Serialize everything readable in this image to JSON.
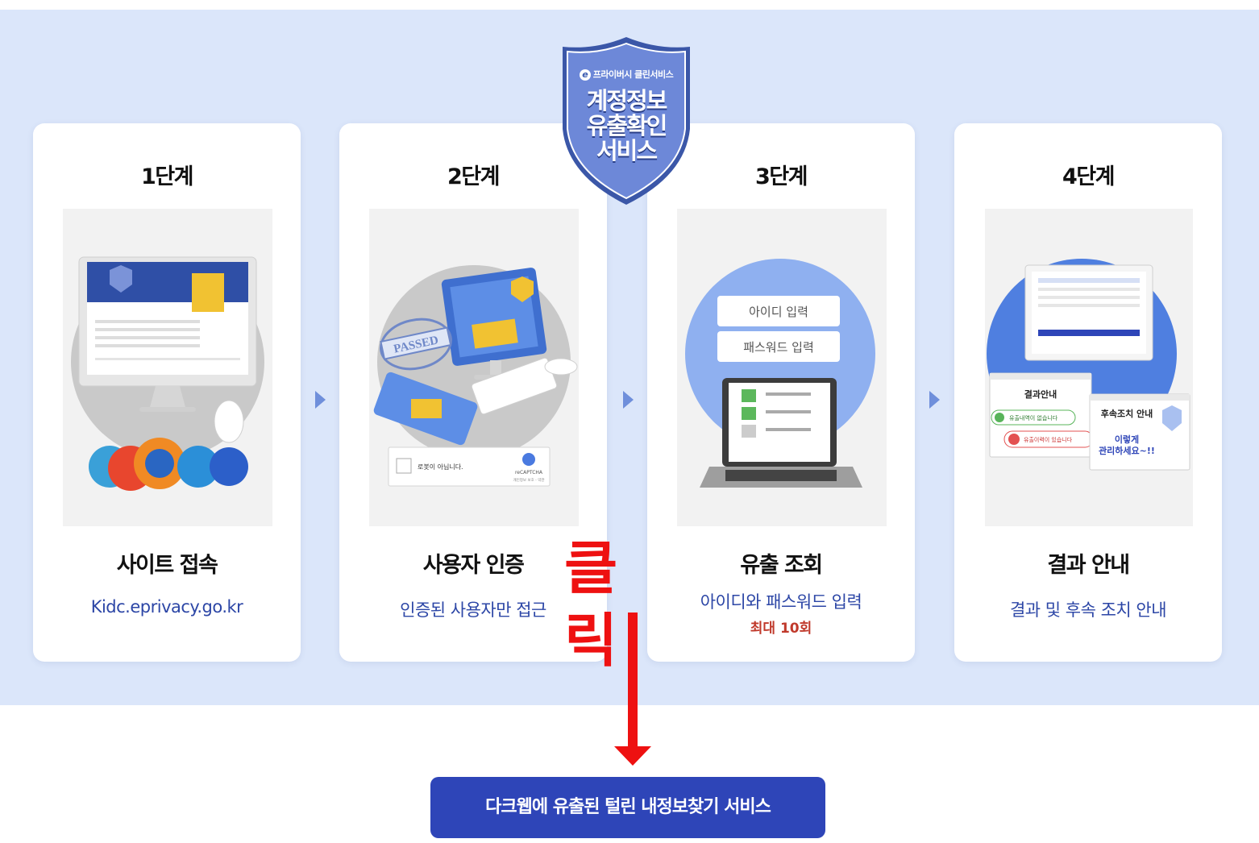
{
  "badge": {
    "brand": "프라이버시 클린서비스",
    "title": "계정정보\n유출확인\n서비스"
  },
  "steps": [
    {
      "step": "1단계",
      "heading": "사이트 접속",
      "desc": "Kidc.eprivacy.go.kr",
      "sub": ""
    },
    {
      "step": "2단계",
      "heading": "사용자 인증",
      "desc": "인증된 사용자만 접근",
      "sub": "",
      "illustration": {
        "stamp": "PASSED",
        "captcha_label": "로봇이 아닙니다.",
        "captcha_brand": "reCAPTCHA",
        "captcha_terms": "개인정보 보호 - 약관"
      }
    },
    {
      "step": "3단계",
      "heading": "유출 조회",
      "desc": "아이디와 패스워드 입력",
      "sub": "최대 10회",
      "illustration": {
        "id_field": "아이디 입력",
        "pw_field": "패스워드 입력"
      }
    },
    {
      "step": "4단계",
      "heading": "결과 안내",
      "desc": "결과 및 후속 조치 안내",
      "sub": "",
      "illustration": {
        "result_title": "결과안내",
        "no_leak": "유출내역이 없습니다",
        "leak": "유출이력이 있습니다",
        "followup_title": "후속조치 안내",
        "followup_text": "이렇게\n관리하세요~!!"
      }
    }
  ],
  "annotation": {
    "click_label": "클 릭"
  },
  "cta": {
    "label": "다크웹에 유출된 털린 내정보찾기 서비스"
  },
  "colors": {
    "panel_bg": "#dbe6fa",
    "accent_blue": "#2e45b8",
    "desc_blue": "#2c46a6",
    "click_red": "#ee1111",
    "arrow_blue": "#6f8fdb"
  }
}
